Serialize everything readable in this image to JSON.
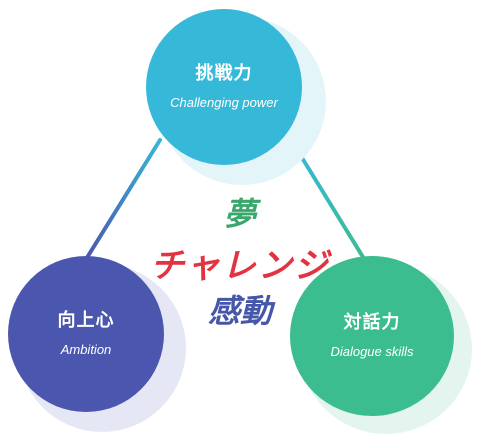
{
  "nodes": {
    "top": {
      "title": "挑戦力",
      "subtitle": "Challenging power"
    },
    "left": {
      "title": "向上心",
      "subtitle": "Ambition"
    },
    "right": {
      "title": "対話力",
      "subtitle": "Dialogue skills"
    }
  },
  "center": {
    "line1": "夢",
    "line2": "チャレンジ",
    "line3": "感動"
  },
  "colors": {
    "top_node": "#36b8d8",
    "left_node": "#4b57af",
    "right_node": "#3bbd8f",
    "yume": "#3aa76d",
    "challenge": "#e33340",
    "kando": "#4656a8"
  }
}
